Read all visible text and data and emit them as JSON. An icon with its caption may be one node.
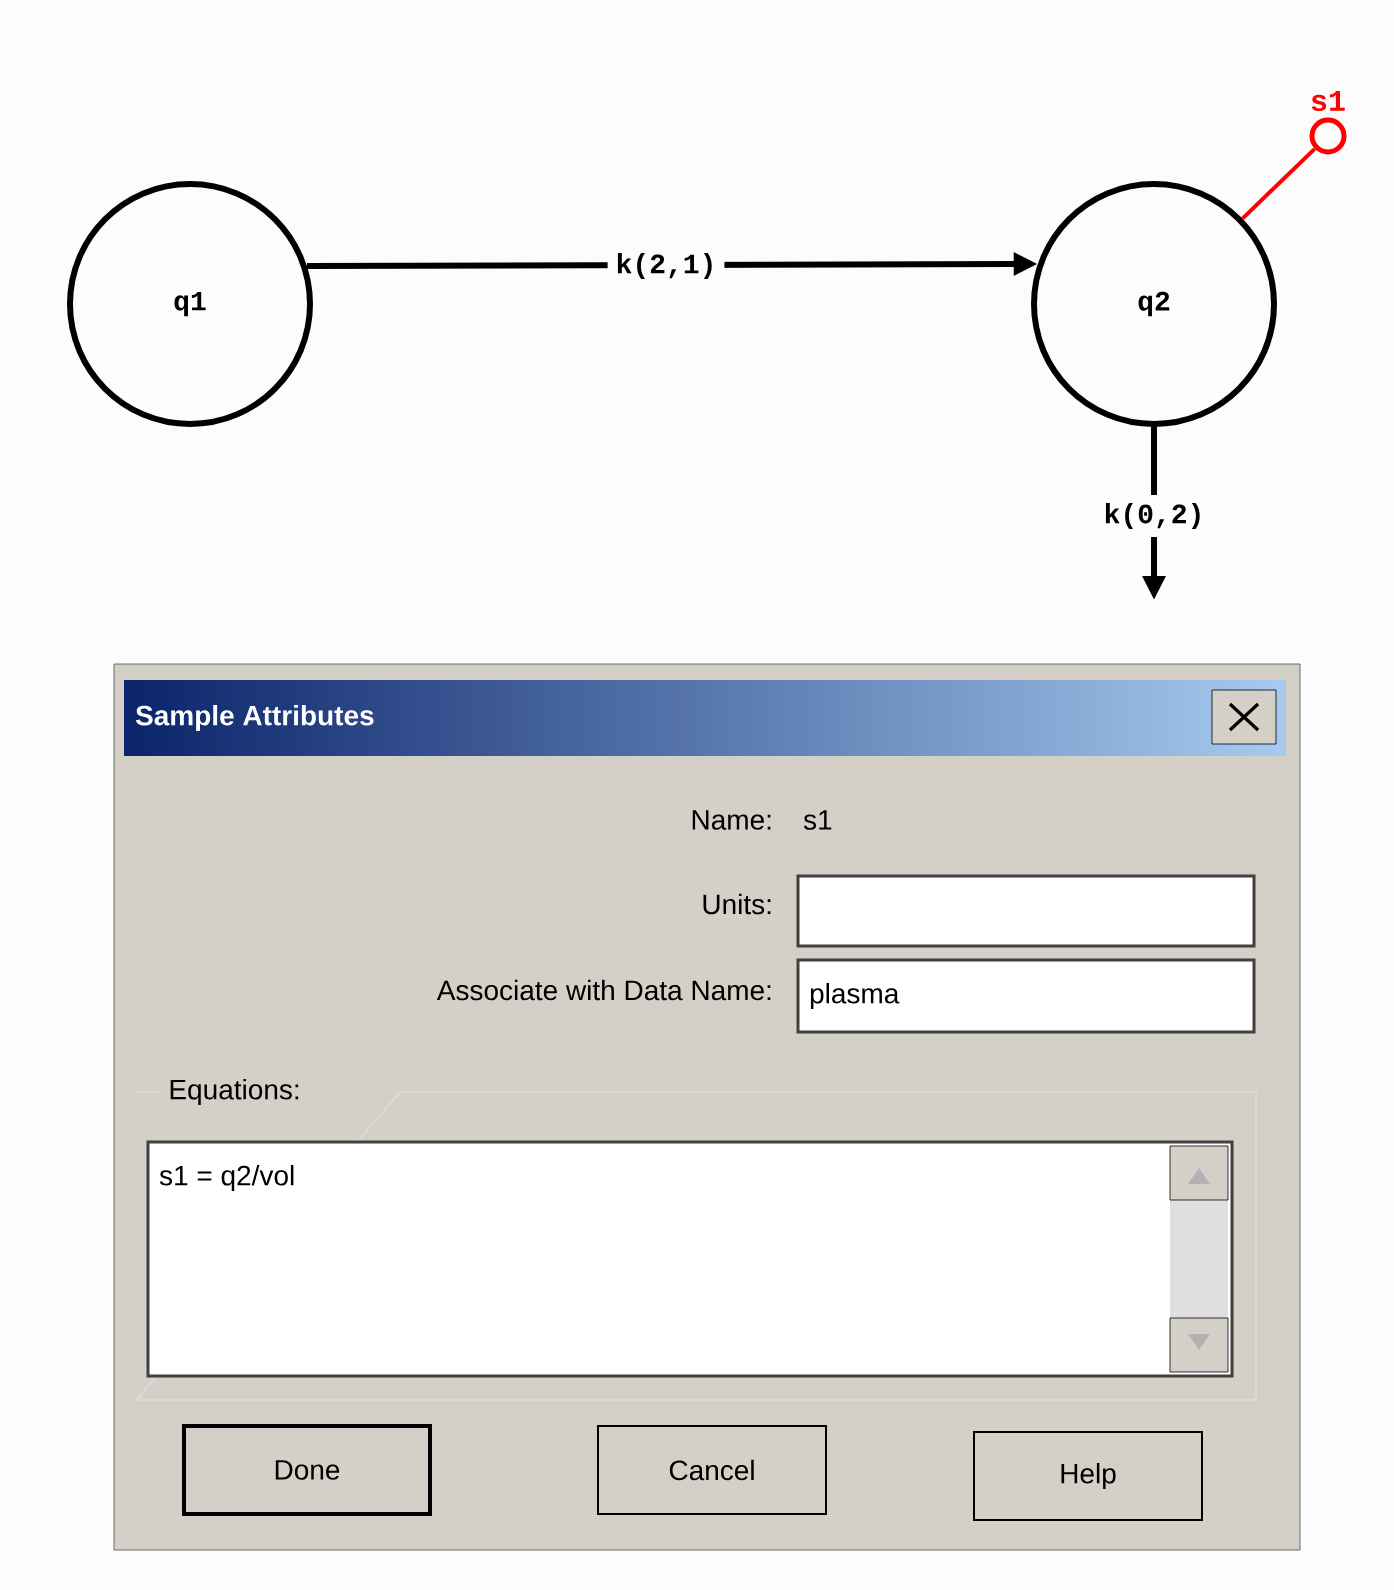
{
  "diagram": {
    "nodes": [
      {
        "text": [
          "q1"
        ]
      },
      {
        "text": [
          "q2"
        ]
      },
      {
        "text": [
          "s1"
        ]
      }
    ],
    "edges": [
      {
        "from": 0,
        "to": 1,
        "arrow": "to",
        "label": "k(2,1)"
      },
      {
        "from": 1,
        "to": null,
        "arrow": "to",
        "label": "k(0,2)"
      },
      {
        "from": 1,
        "to": 2,
        "arrow": "none",
        "color": "#ff0000"
      }
    ],
    "labels": [
      "Sample Attributes",
      "Name:",
      "s1",
      "Units:",
      "Associate with Data Name:",
      "plasma",
      "Equations:",
      "s1 = q2/vol",
      "Done",
      "Cancel",
      "Help"
    ]
  }
}
